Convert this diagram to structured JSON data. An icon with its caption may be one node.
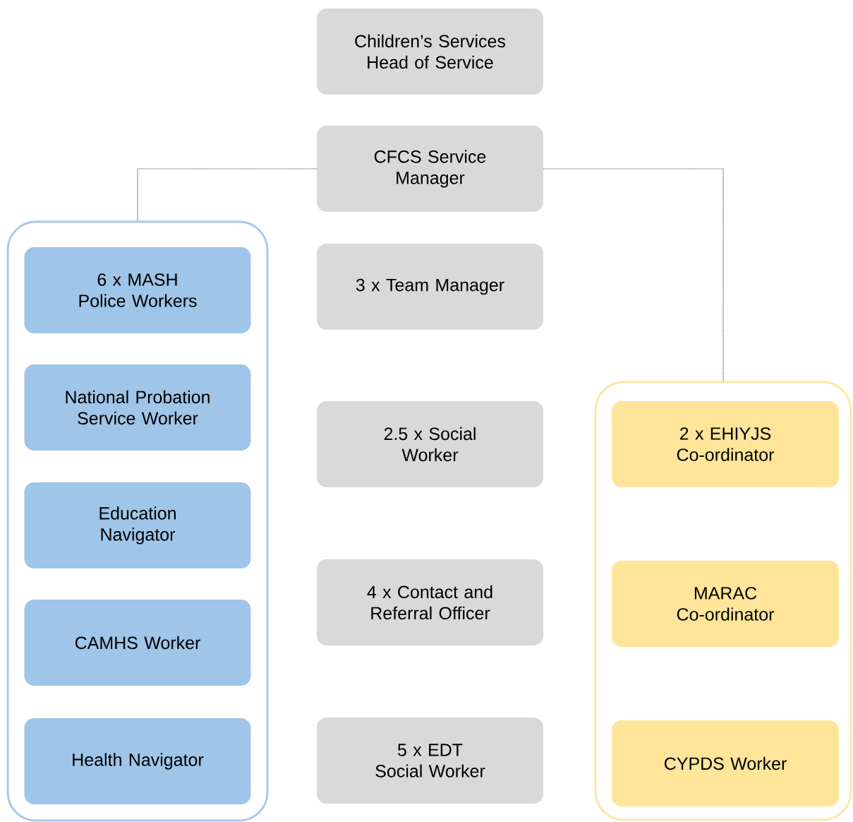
{
  "diagram": {
    "nodes": [
      {
        "text": [
          "Children’s Services Head of Service"
        ]
      },
      {
        "text": [
          "CFCS Service Manager"
        ]
      },
      {
        "text": [],
        "shape": "box"
      },
      {
        "text": [
          "6 x MASH Police Workers"
        ],
        "in": 2
      },
      {
        "text": [
          "National Probation Service Worker"
        ],
        "in": 2
      },
      {
        "text": [
          "Education Navigator"
        ],
        "in": 2
      },
      {
        "text": [
          "CAMHS Worker"
        ],
        "in": 2
      },
      {
        "text": [
          "Health Navigator"
        ],
        "in": 2
      },
      {
        "text": [
          "3 x Team Manager"
        ]
      },
      {
        "text": [
          "2.5 x Social Worker"
        ]
      },
      {
        "text": [
          "4 x Contact and Referral Officer"
        ]
      },
      {
        "text": [
          "5 x EDT Social Worker"
        ]
      },
      {
        "text": [],
        "shape": "box"
      },
      {
        "text": [
          "2 x EHIYJS Co-ordinator"
        ],
        "in": 12
      },
      {
        "text": [
          "MARAC Co-ordinator"
        ],
        "in": 12
      },
      {
        "text": [
          "CYPDS Worker"
        ],
        "in": 12
      }
    ],
    "edges": [
      {
        "from": 1,
        "to": 2,
        "arrow": "none",
        "style": "dashed"
      },
      {
        "from": 1,
        "to": 12,
        "arrow": "none",
        "style": "dashed"
      }
    ]
  }
}
